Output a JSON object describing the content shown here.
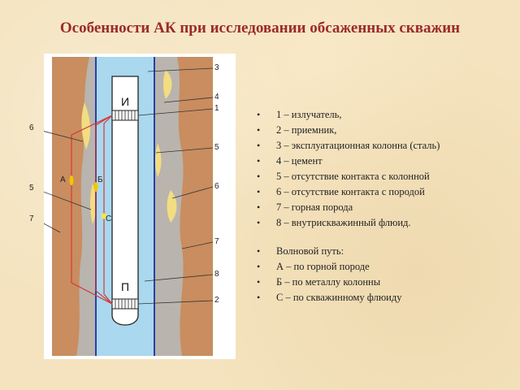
{
  "title": "Особенности АК при исследовании обсаженных скважин",
  "diagram": {
    "tool_labels": {
      "emitter": "И",
      "receiver": "П"
    },
    "path_labels": {
      "a": "А",
      "b": "Б",
      "c": "С"
    },
    "left_callouts": [
      "6",
      "5",
      "7"
    ],
    "right_callouts": [
      "3",
      "4",
      "1",
      "5",
      "6",
      "7",
      "8",
      "2"
    ]
  },
  "legend": {
    "items": [
      "1 – излучатель,",
      "2 – приемник,",
      "3 – эксплуатационная колонна (сталь)",
      "4 – цемент",
      "5 – отсутствие контакта с колонной",
      "6 – отсутствие контакта с породой",
      "7 – горная порода",
      "8 – внутрискважинный флюид."
    ],
    "wave_title": "Волновой путь:",
    "wave_items": [
      "А – по горной породе",
      "Б – по металлу колонны",
      "С – по скважинному флюиду"
    ]
  },
  "colors": {
    "title": "#9b2a2a",
    "rock": "#c98d5f",
    "cement": "#b9b4ad",
    "fluid": "#a9d8ef",
    "casing": "#2a3fa8",
    "wave_path": "#d43a3a",
    "gap_yellow": "#f2dd80"
  }
}
